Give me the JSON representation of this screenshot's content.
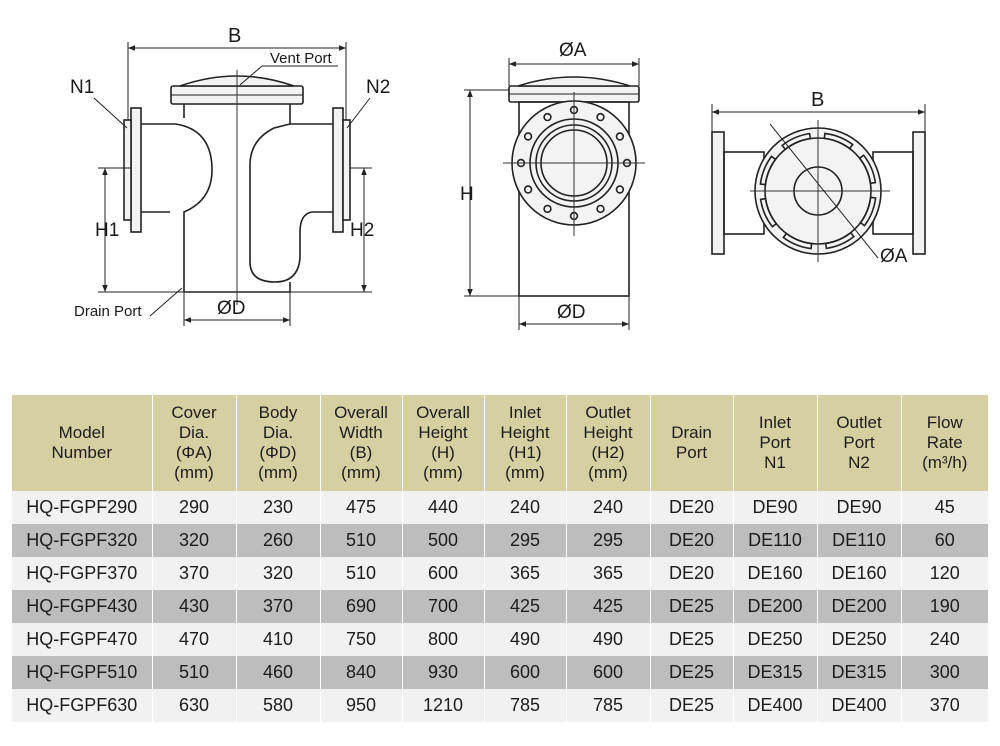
{
  "drawing": {
    "labels": {
      "b": "B",
      "vent_port": "Vent Port",
      "n1": "N1",
      "n2": "N2",
      "h1": "H1",
      "h2": "H2",
      "drain_port": "Drain Port",
      "d": "ØD",
      "a": "ØA",
      "h": "H"
    }
  },
  "table": {
    "headers": [
      [
        "Model",
        "Number"
      ],
      [
        "Cover",
        "Dia.",
        "(ΦA)",
        "(mm)"
      ],
      [
        "Body",
        "Dia.",
        "(ΦD)",
        "(mm)"
      ],
      [
        "Overall",
        "Width",
        "(B)",
        "(mm)"
      ],
      [
        "Overall",
        "Height",
        "(H)",
        "(mm)"
      ],
      [
        "Inlet",
        "Height",
        "(H1)",
        "(mm)"
      ],
      [
        "Outlet",
        "Height",
        "(H2)",
        "(mm)"
      ],
      [
        "Drain",
        "Port"
      ],
      [
        "Inlet",
        "Port",
        "N1"
      ],
      [
        "Outlet",
        "Port",
        "N2"
      ],
      [
        "Flow",
        "Rate",
        "(m³/h)"
      ]
    ],
    "rows": [
      [
        "HQ-FGPF290",
        "290",
        "230",
        "475",
        "440",
        "240",
        "240",
        "DE20",
        "DE90",
        "DE90",
        "45"
      ],
      [
        "HQ-FGPF320",
        "320",
        "260",
        "510",
        "500",
        "295",
        "295",
        "DE20",
        "DE110",
        "DE110",
        "60"
      ],
      [
        "HQ-FGPF370",
        "370",
        "320",
        "510",
        "600",
        "365",
        "365",
        "DE20",
        "DE160",
        "DE160",
        "120"
      ],
      [
        "HQ-FGPF430",
        "430",
        "370",
        "690",
        "700",
        "425",
        "425",
        "DE25",
        "DE200",
        "DE200",
        "190"
      ],
      [
        "HQ-FGPF470",
        "470",
        "410",
        "750",
        "800",
        "490",
        "490",
        "DE25",
        "DE250",
        "DE250",
        "240"
      ],
      [
        "HQ-FGPF510",
        "510",
        "460",
        "840",
        "930",
        "600",
        "600",
        "DE25",
        "DE315",
        "DE315",
        "300"
      ],
      [
        "HQ-FGPF630",
        "630",
        "580",
        "950",
        "1210",
        "785",
        "785",
        "DE25",
        "DE400",
        "DE400",
        "370"
      ]
    ]
  }
}
